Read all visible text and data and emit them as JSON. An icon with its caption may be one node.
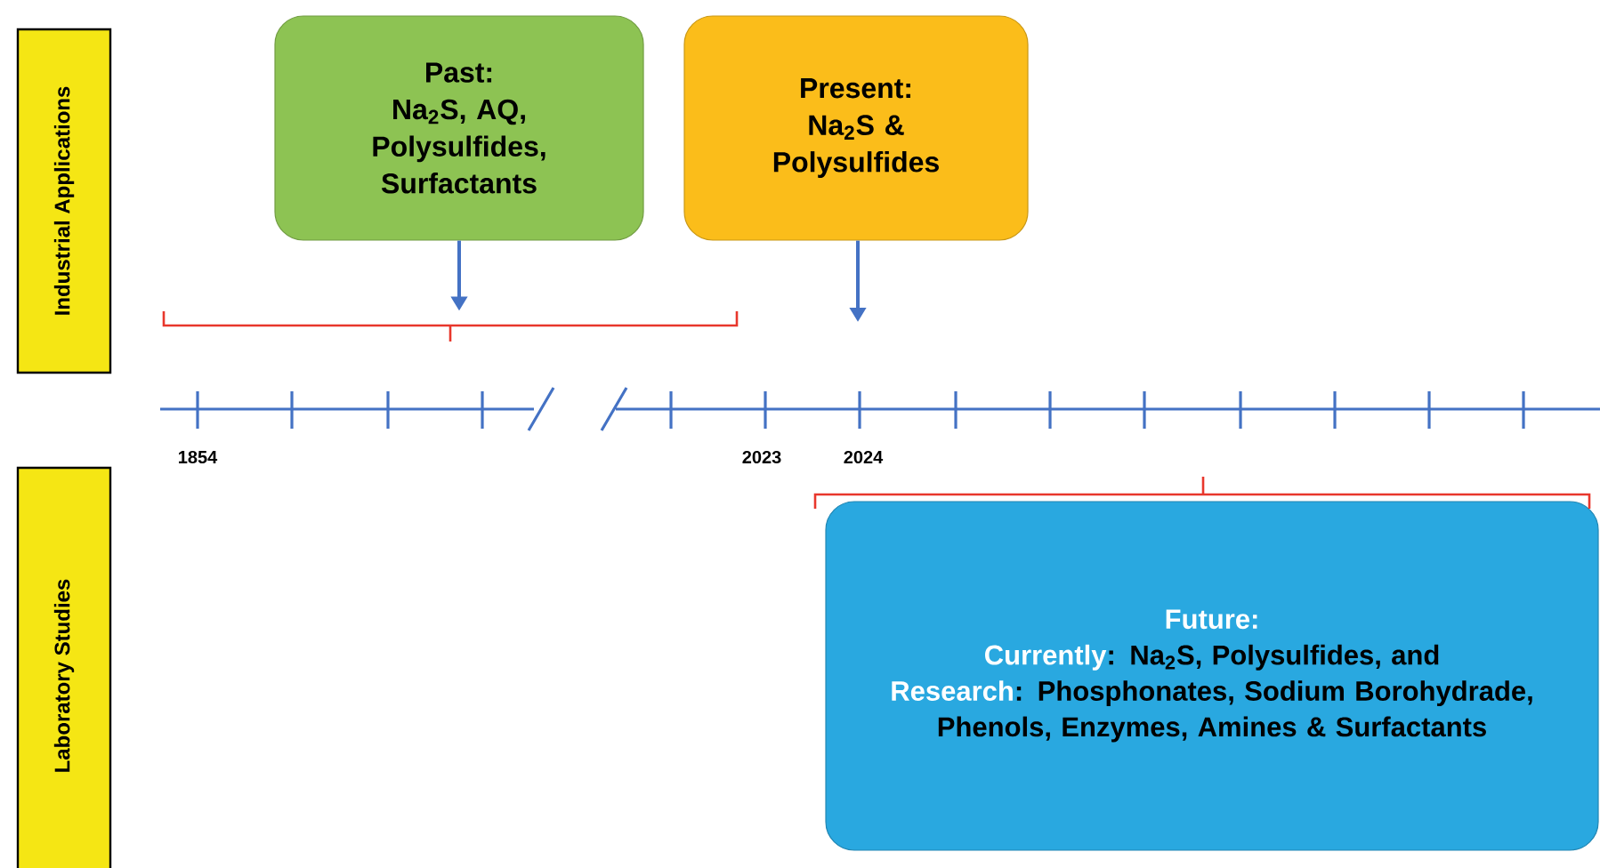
{
  "diagram": {
    "nodes": [
      {
        "text": [
          "Industrial Applications"
        ]
      },
      {
        "text": [
          "Laboratory Studies"
        ]
      },
      {
        "text": [
          "Past:",
          "Na$_{2}$S, AQ, Polysulfides, Surfactants"
        ]
      },
      {
        "text": [
          "Present:",
          "Na$_{2}$S & Polysulfides"
        ]
      },
      {
        "text": [
          "Future:",
          "Currently",
          ": Na$_{2}$S, Polysulfides, and",
          "Research",
          ": Phosphonates, Sodium Borohydrade, Phenols, Enzymes, Amines & Surfactants"
        ]
      },
      {
        "text": [],
        "shape": "bracket"
      },
      {
        "text": [],
        "shape": "bracket"
      }
    ],
    "edges": [
      {
        "from": 2,
        "to": 5,
        "arrow": "to"
      },
      {
        "from": 3,
        "to": null,
        "arrow": "to"
      }
    ],
    "labels": [
      "1854",
      "2023",
      "2024"
    ]
  }
}
